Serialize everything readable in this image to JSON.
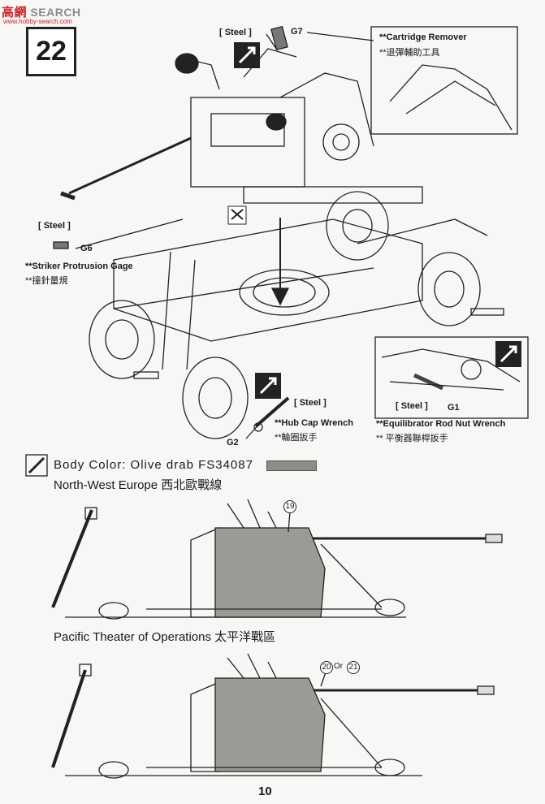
{
  "watermark": {
    "prefix": "高",
    "brand": "SEARCH",
    "mid": "網",
    "url": "www.hobby-search.com"
  },
  "step": {
    "number": "22"
  },
  "labels": {
    "steel_top": "[ Steel ]",
    "g7": "G7",
    "cartridge_remover_en": "**Cartridge Remover",
    "cartridge_remover_zh": "**退彈輔助工具",
    "steel_left": "[ Steel ]",
    "g6": "G6",
    "striker_en": "**Striker Protrusion Gage",
    "striker_zh": "**撞針量規",
    "steel_hub": "[ Steel ]",
    "hub_en": "**Hub Cap Wrench",
    "hub_zh": "**輪圈扳手",
    "g2": "G2",
    "steel_right": "[ Steel ]",
    "g1": "G1",
    "equilibrator_en": "**Equilibrator Rod Nut Wrench",
    "equilibrator_zh": "** 平衡器聯桿扳手"
  },
  "body_color": {
    "label": "Body Color:",
    "value": "Olive drab FS34087",
    "swatch_color": "#8c8c88"
  },
  "variants": [
    {
      "title": "North-West Europe 西北歐戰線",
      "markings": [
        "19"
      ]
    },
    {
      "title": "Pacific Theater of Operations  太平洋戰區",
      "markings": [
        "20",
        "Or",
        "21"
      ]
    }
  ],
  "page_number": "10"
}
